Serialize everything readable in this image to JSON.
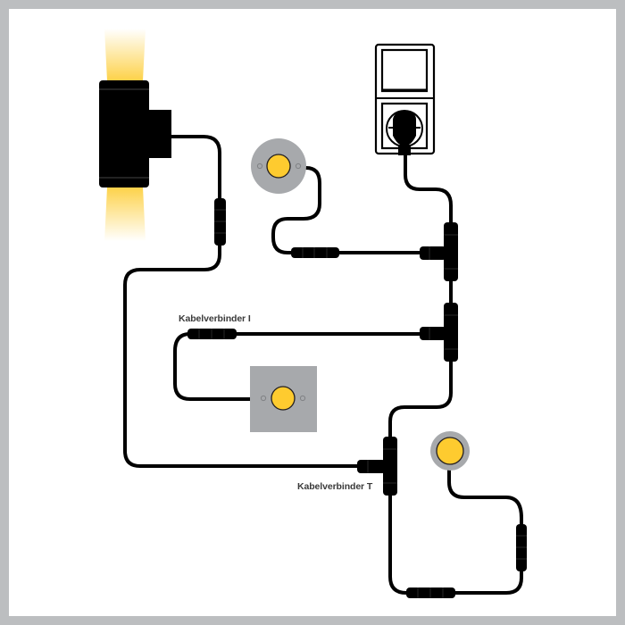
{
  "diagram": {
    "title": "",
    "colors": {
      "frame": "#bcbec0",
      "background": "#ffffff",
      "cable": "#000000",
      "led": "#fecb2f",
      "fixture_gray": "#a7a9ac",
      "light_glow": "#fdd24a"
    },
    "labels": {
      "connector_i": "Kabelverbinder I",
      "connector_t": "Kabelverbinder T"
    },
    "components": [
      {
        "id": "wall-lamp",
        "type": "up-down wall light",
        "icon": "wall-lamp-icon"
      },
      {
        "id": "round-spot-top",
        "type": "round recessed spotlight",
        "icon": "round-spot-icon"
      },
      {
        "id": "power-socket",
        "type": "switch and socket with plug",
        "icon": "socket-icon"
      },
      {
        "id": "square-spot",
        "type": "square recessed spotlight",
        "icon": "square-spot-icon"
      },
      {
        "id": "round-spot-bottom",
        "type": "round recessed spotlight",
        "icon": "round-spot-icon"
      },
      {
        "id": "t-connector-1",
        "type": "Kabelverbinder T"
      },
      {
        "id": "t-connector-2",
        "type": "Kabelverbinder T"
      },
      {
        "id": "t-connector-3",
        "type": "Kabelverbinder T"
      },
      {
        "id": "i-connector-lamp",
        "type": "Kabelverbinder I"
      },
      {
        "id": "i-connector-spot-top",
        "type": "Kabelverbinder I"
      },
      {
        "id": "i-connector-square",
        "type": "Kabelverbinder I"
      },
      {
        "id": "i-connector-bottom-h",
        "type": "Kabelverbinder I"
      },
      {
        "id": "i-connector-bottom-v",
        "type": "Kabelverbinder I"
      }
    ]
  }
}
